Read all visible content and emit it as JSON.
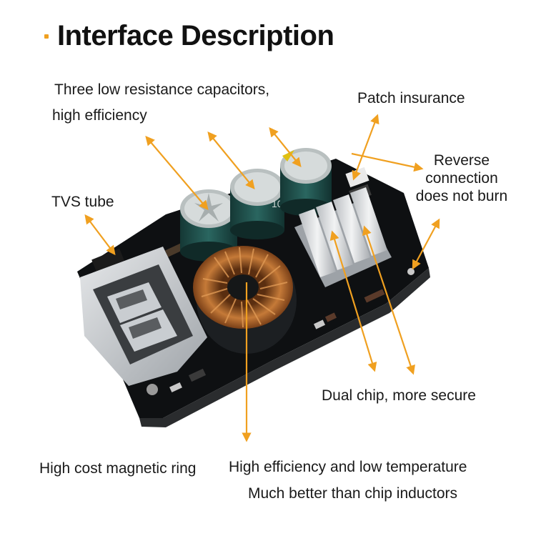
{
  "title": "Interface Description",
  "labels": {
    "capacitors_line1": "Three low resistance capacitors,",
    "capacitors_line2": "high efficiency",
    "patch_insurance": "Patch insurance",
    "reverse_line1": "Reverse",
    "reverse_line2": "connection",
    "reverse_line3": "does not burn",
    "tvs_tube": "TVS tube",
    "dual_chip": "Dual chip, more secure",
    "magnetic_ring": "High cost magnetic ring",
    "efficiency_line1": "High efficiency and low temperature",
    "efficiency_line2": "Much better than chip inductors"
  },
  "capacitor_marking": "10",
  "colors": {
    "accent": "#f0a020",
    "pcb": "#101214",
    "capacitor": "#1e4a46",
    "copper": "#b86a2c",
    "heatsink": "#d4d7da"
  }
}
